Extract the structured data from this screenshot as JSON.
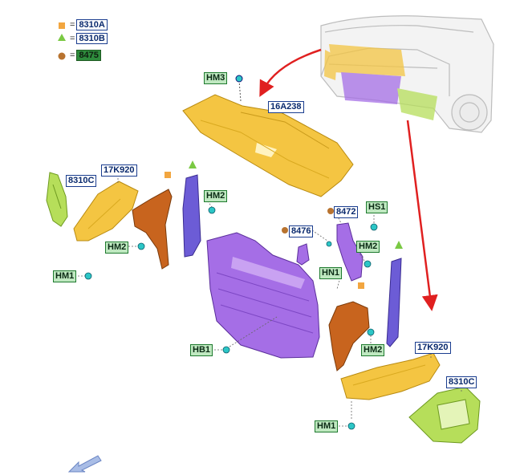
{
  "legend": [
    {
      "symbol": "square-orange",
      "color": "#f2a640",
      "code": "8310A"
    },
    {
      "symbol": "triangle-green",
      "color": "#7ac943",
      "code": "8310B"
    },
    {
      "symbol": "circle-brown",
      "color": "#b8732f",
      "code": "8475"
    }
  ],
  "callouts": {
    "hm3": "HM3",
    "p16a238": "16A238",
    "p8310c_left": "8310C",
    "p17k920_left": "17K920",
    "hm2_a": "HM2",
    "hm2_b": "HM2",
    "hm1_left": "HM1",
    "p8476": "8476",
    "p8472": "8472",
    "hs1": "HS1",
    "hm2_c": "HM2",
    "hn1": "HN1",
    "hb1": "HB1",
    "hm2_d": "HM2",
    "p17k920_right": "17K920",
    "p8310c_right": "8310C",
    "hm1_right": "HM1"
  },
  "colors": {
    "yellow_part": "#f4c542",
    "purple_part": "#a56ee6",
    "orange_part": "#c8641e",
    "blue_bracket": "#6c5cd6",
    "green_part": "#9bd43c",
    "fastener": "#2cc6c6",
    "arrow_red": "#e02020"
  },
  "icons": {
    "nav_arrow": "navigation-arrow-icon"
  }
}
